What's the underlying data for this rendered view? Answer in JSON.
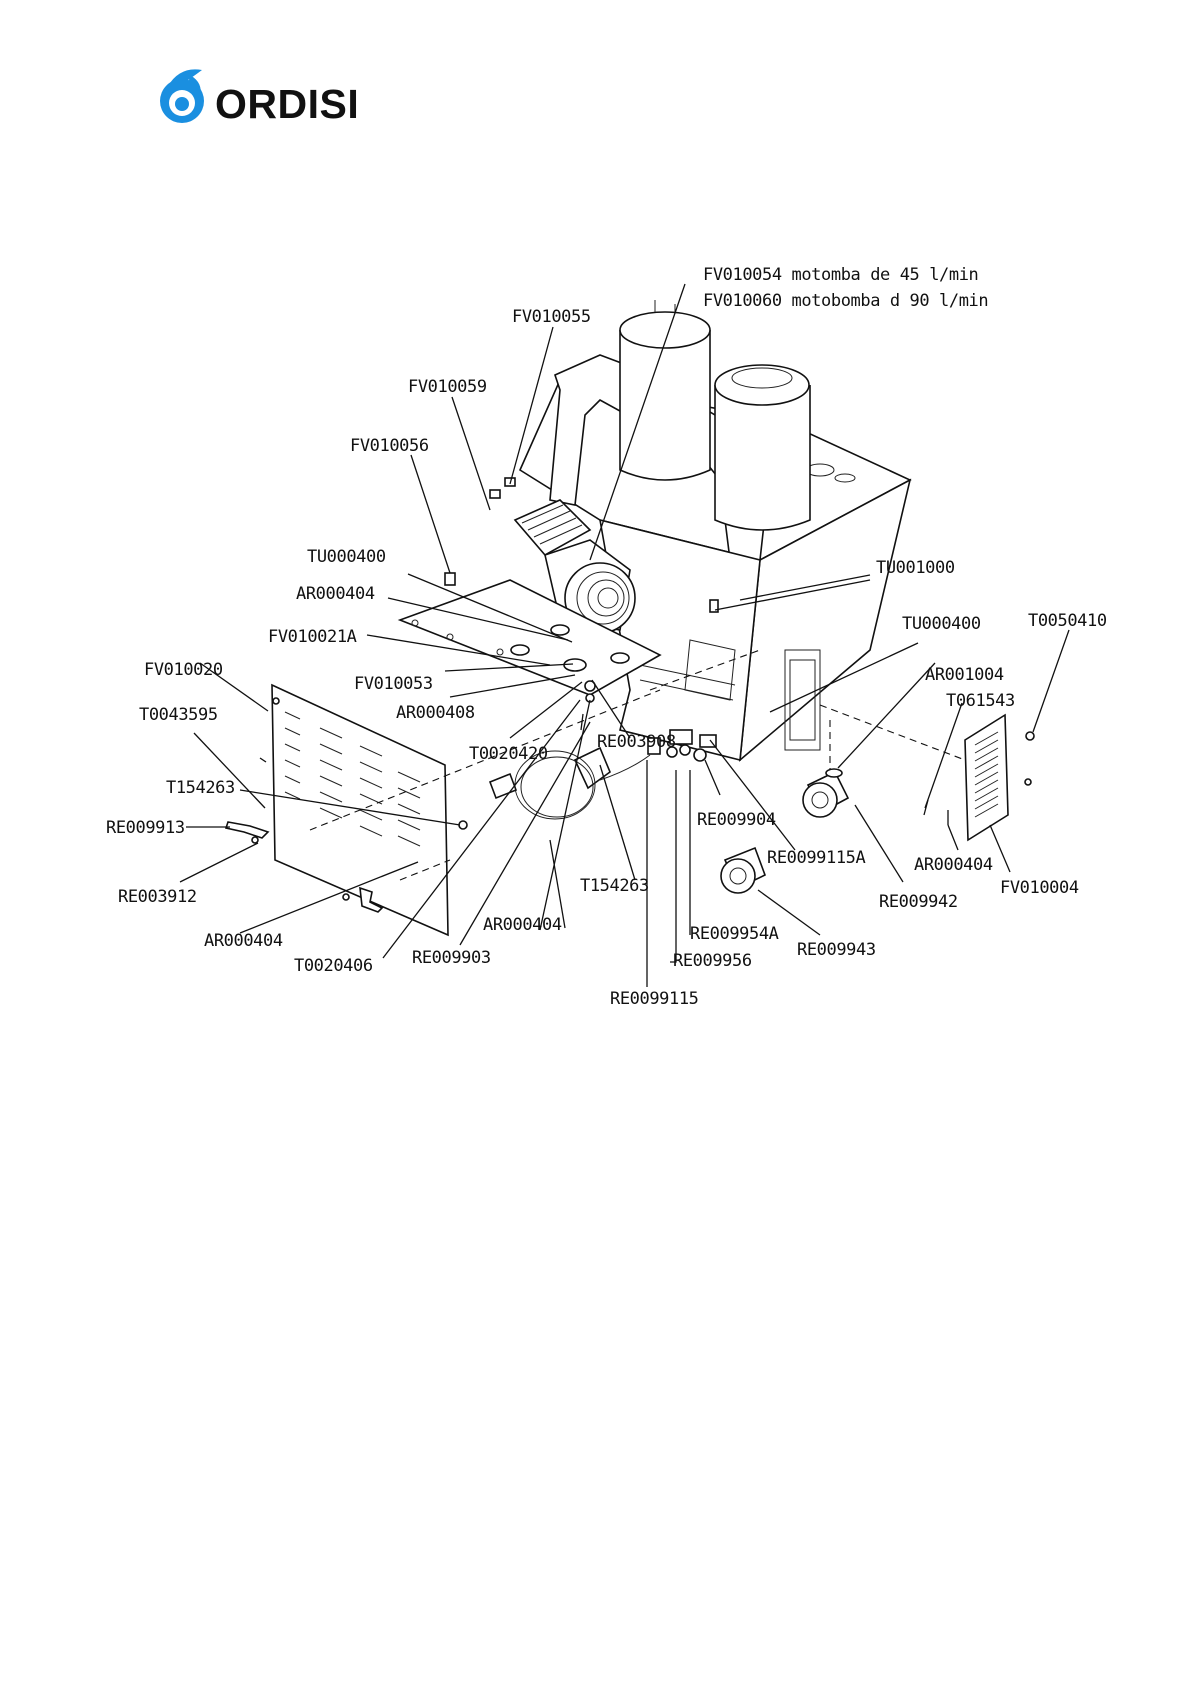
{
  "brand": {
    "name": "ORDISI",
    "logo_icon": "ordisi-swirl-logo",
    "logo_color": "#1a8fe0"
  },
  "labels": {
    "fv010054": "FV010054   motomba de 45 l/min",
    "fv010060": "FV010060  motobomba d 90 l/min",
    "fv010055": "FV010055",
    "fv010059": "FV010059",
    "fv010056": "FV010056",
    "tu000400_a": "TU000400",
    "ar000404_a": "AR000404",
    "fv010021a": "FV010021A",
    "fv010020": "FV010020",
    "fv010053": "FV010053",
    "t0043595": "T0043595",
    "ar000408": "AR000408",
    "t0020420": "T0020420",
    "re003908": "RE003908",
    "t154263_a": "T154263",
    "re009913": "RE009913",
    "re003912": "RE003912",
    "ar000404_b": "AR000404",
    "t0020406": "T0020406",
    "re009903": "RE009903",
    "ar000404_c": "AR000404",
    "t154263_b": "T154263",
    "re009904": "RE009904",
    "re0099115a": "RE0099115A",
    "re009954a": "RE009954A",
    "re009956": "RE009956",
    "re0099115": "RE0099115",
    "re009943": "RE009943",
    "tu001000": "TU001000",
    "tu000400_b": "TU000400",
    "t0050410": "T0050410",
    "ar001004": "AR001004",
    "t061543": "T061543",
    "ar000404_d": "AR000404",
    "re009942": "RE009942",
    "fv010004": "FV010004"
  }
}
